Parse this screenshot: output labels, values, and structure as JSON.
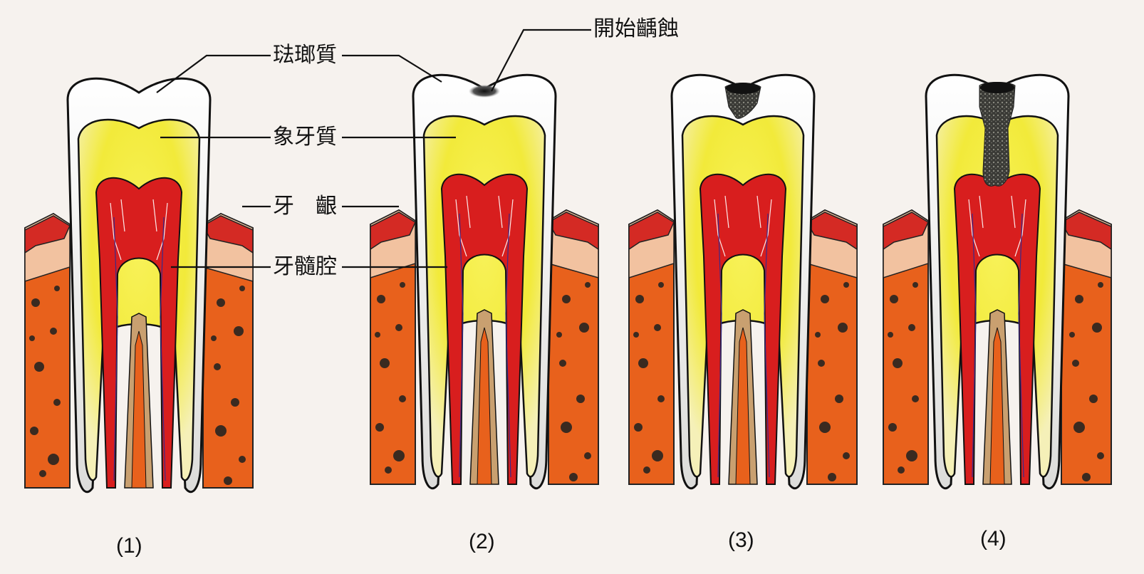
{
  "labels": {
    "enamel": "琺瑯質",
    "dentin": "象牙質",
    "gum": "牙　齦",
    "pulp": "牙髓腔",
    "caries_start": "開始齲蝕"
  },
  "stages": [
    "(1)",
    "(2)",
    "(3)",
    "(4)"
  ],
  "colors": {
    "background": "#f6f2ee",
    "enamel": "#f4f4f2",
    "dentin": "#f3ef3a",
    "pulp": "#d81e1e",
    "gum": "#d42a24",
    "bone": "#e8611c",
    "decay": "#2b2b2b"
  }
}
